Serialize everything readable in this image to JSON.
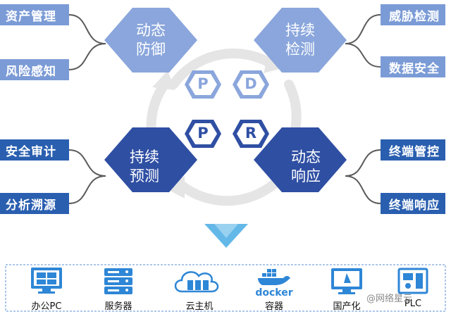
{
  "colors": {
    "light_hex": "#8aa6dc",
    "dark_hex": "#2f4fa3",
    "tag_light": "#7b9bd6",
    "tag_dark": "#2a5fb0",
    "arrow": "#63b8e8",
    "circle": "#e6e6e6",
    "device_icon": "#2e86d6",
    "dashed_border": "#5a8fd6"
  },
  "quadrants": {
    "protect": {
      "letter": "P",
      "line1": "动态",
      "line2": "防御"
    },
    "detect": {
      "letter": "D",
      "line1": "持续",
      "line2": "检测"
    },
    "predict": {
      "letter": "P",
      "line1": "持续",
      "line2": "预测"
    },
    "respond": {
      "letter": "R",
      "line1": "动态",
      "line2": "响应"
    }
  },
  "tags": {
    "top_left": [
      "资产管理",
      "风险感知"
    ],
    "top_right": [
      "威胁检测",
      "数据安全"
    ],
    "bottom_left": [
      "安全审计",
      "分析溯源"
    ],
    "bottom_right": [
      "终端管控",
      "终端响应"
    ]
  },
  "devices": [
    {
      "icon": "windows-pc-icon",
      "label": "办公PC"
    },
    {
      "icon": "server-icon",
      "label": "服务器"
    },
    {
      "icon": "cloud-host-icon",
      "label": "云主机"
    },
    {
      "icon": "docker-icon",
      "label": "容器"
    },
    {
      "icon": "domestic-pc-icon",
      "label": "国产化"
    },
    {
      "icon": "plc-icon",
      "label": "PLC"
    }
  ],
  "watermark": "@网络星云"
}
